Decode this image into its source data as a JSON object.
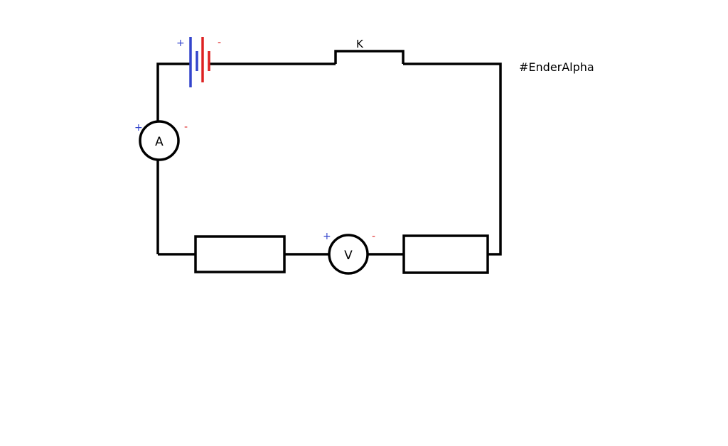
{
  "switch_label": "K",
  "ammeter_label": "A",
  "voltmeter_label": "V",
  "watermark": "#EnderAlpha",
  "plus": "+",
  "minus": "-",
  "colors": {
    "wire": "#000000",
    "positive": "#3344cc",
    "negative": "#dd2222"
  }
}
